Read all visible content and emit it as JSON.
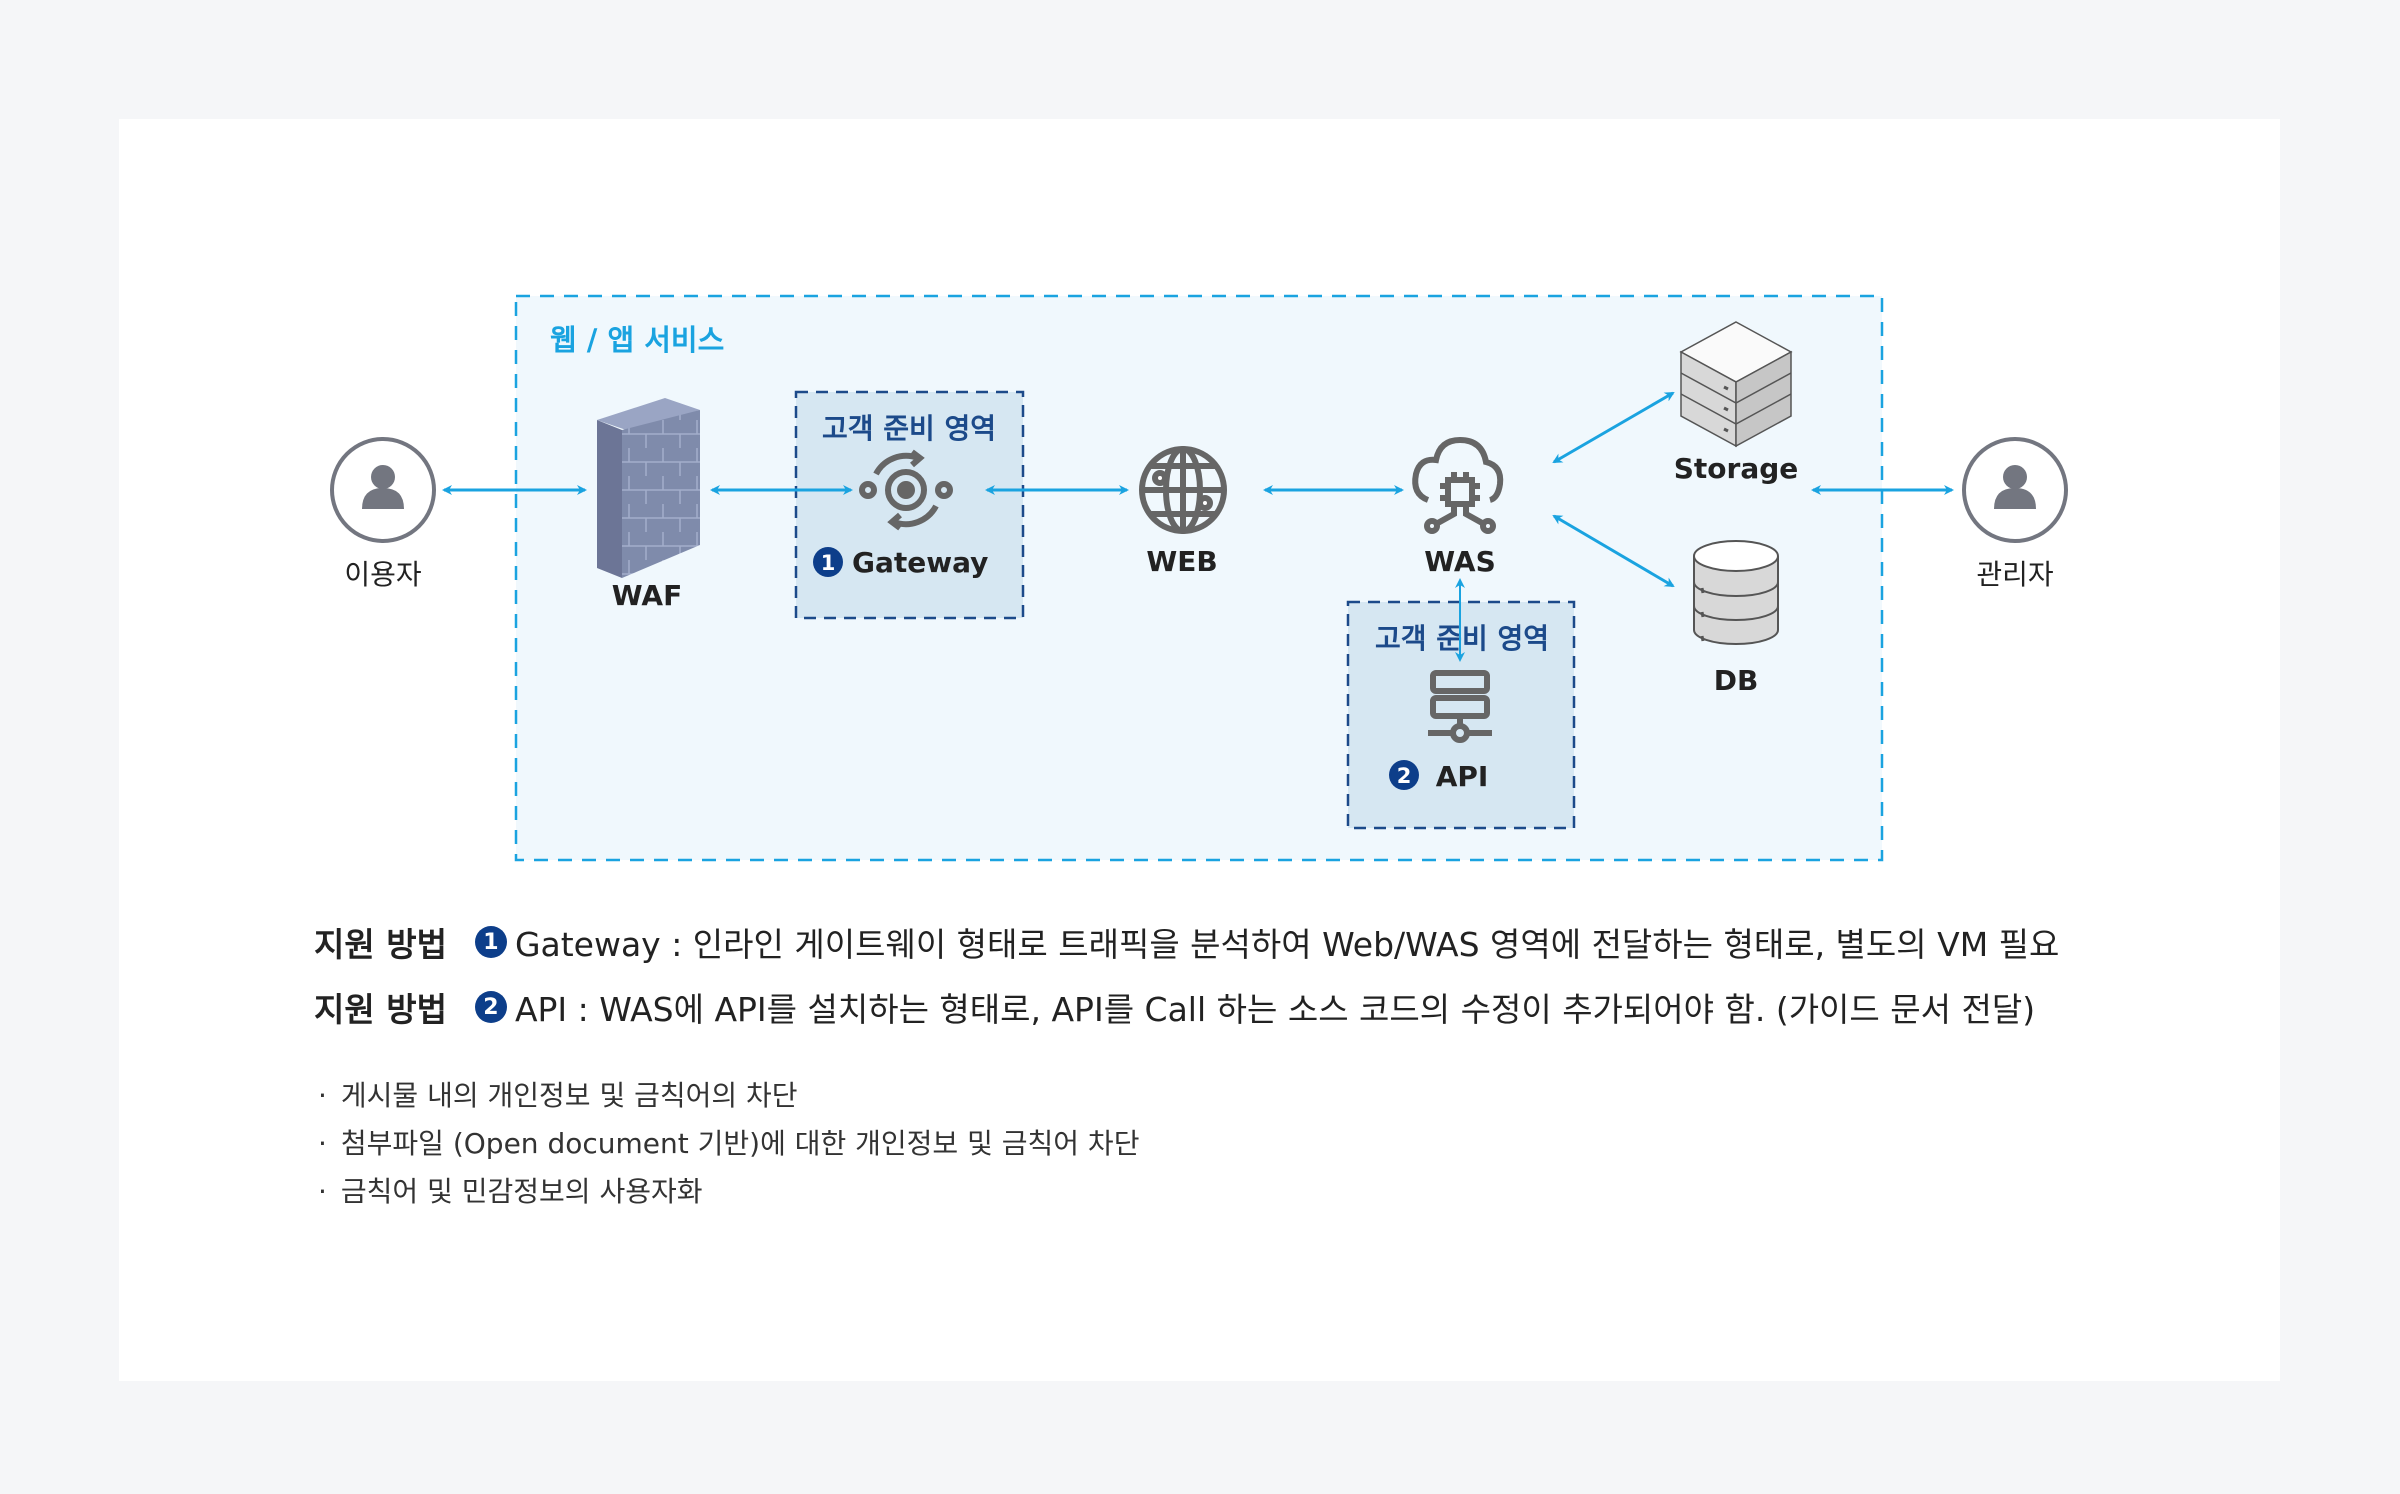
{
  "diagram": {
    "service_area_label": "웹 / 앱 서비스",
    "customer_area_label": "고객 준비 영역",
    "nodes": {
      "user": "이용자",
      "waf": "WAF",
      "gateway": "Gateway",
      "web": "WEB",
      "was": "WAS",
      "api": "API",
      "storage": "Storage",
      "db": "DB",
      "admin": "관리자"
    },
    "badges": {
      "one": "1",
      "two": "2"
    },
    "colors": {
      "arrow": "#1aa3e0",
      "service_border": "#1aa3e0",
      "customer_border": "#1c4a8a",
      "badge": "#0d3e8a",
      "icon": "#666666"
    }
  },
  "support_methods": [
    {
      "head": "지원 방법",
      "badge": "1",
      "text": "Gateway : 인라인 게이트웨이 형태로 트래픽을 분석하여 Web/WAS 영역에 전달하는 형태로, 별도의 VM 필요"
    },
    {
      "head": "지원 방법",
      "badge": "2",
      "text": "API : WAS에 API를 설치하는 형태로, API를 Call 하는 소스 코드의 수정이 추가되어야 함. (가이드 문서 전달)"
    }
  ],
  "bullets": {
    "marker": "·",
    "items": [
      "게시물 내의 개인정보 및 금칙어의 차단",
      "첨부파일 (Open document 기반)에 대한 개인정보 및 금칙어 차단",
      "금칙어 및 민감정보의 사용자화"
    ]
  }
}
